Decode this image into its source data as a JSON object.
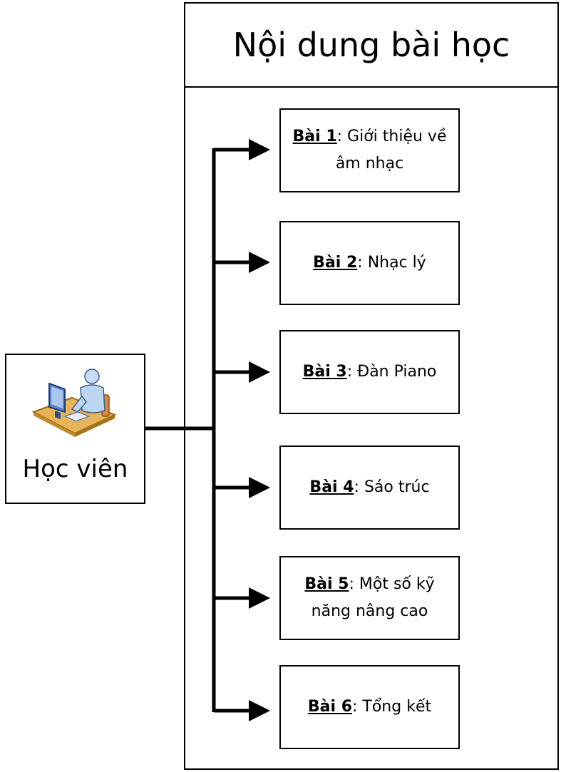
{
  "panel": {
    "title": "Nội dung bài học"
  },
  "actor": {
    "label": "Học viên",
    "icon": "user-at-computer-icon"
  },
  "lessons": [
    {
      "num": "Bài 1",
      "text": ": Giới thiệu về âm nhạc"
    },
    {
      "num": "Bài 2",
      "text": ": Nhạc lý"
    },
    {
      "num": "Bài 3",
      "text": ": Đàn Piano"
    },
    {
      "num": "Bài 4",
      "text": ": Sáo trúc"
    },
    {
      "num": "Bài 5",
      "text": ": Một số kỹ năng nâng cao"
    },
    {
      "num": "Bài 6",
      "text": ": Tổng kết"
    }
  ]
}
